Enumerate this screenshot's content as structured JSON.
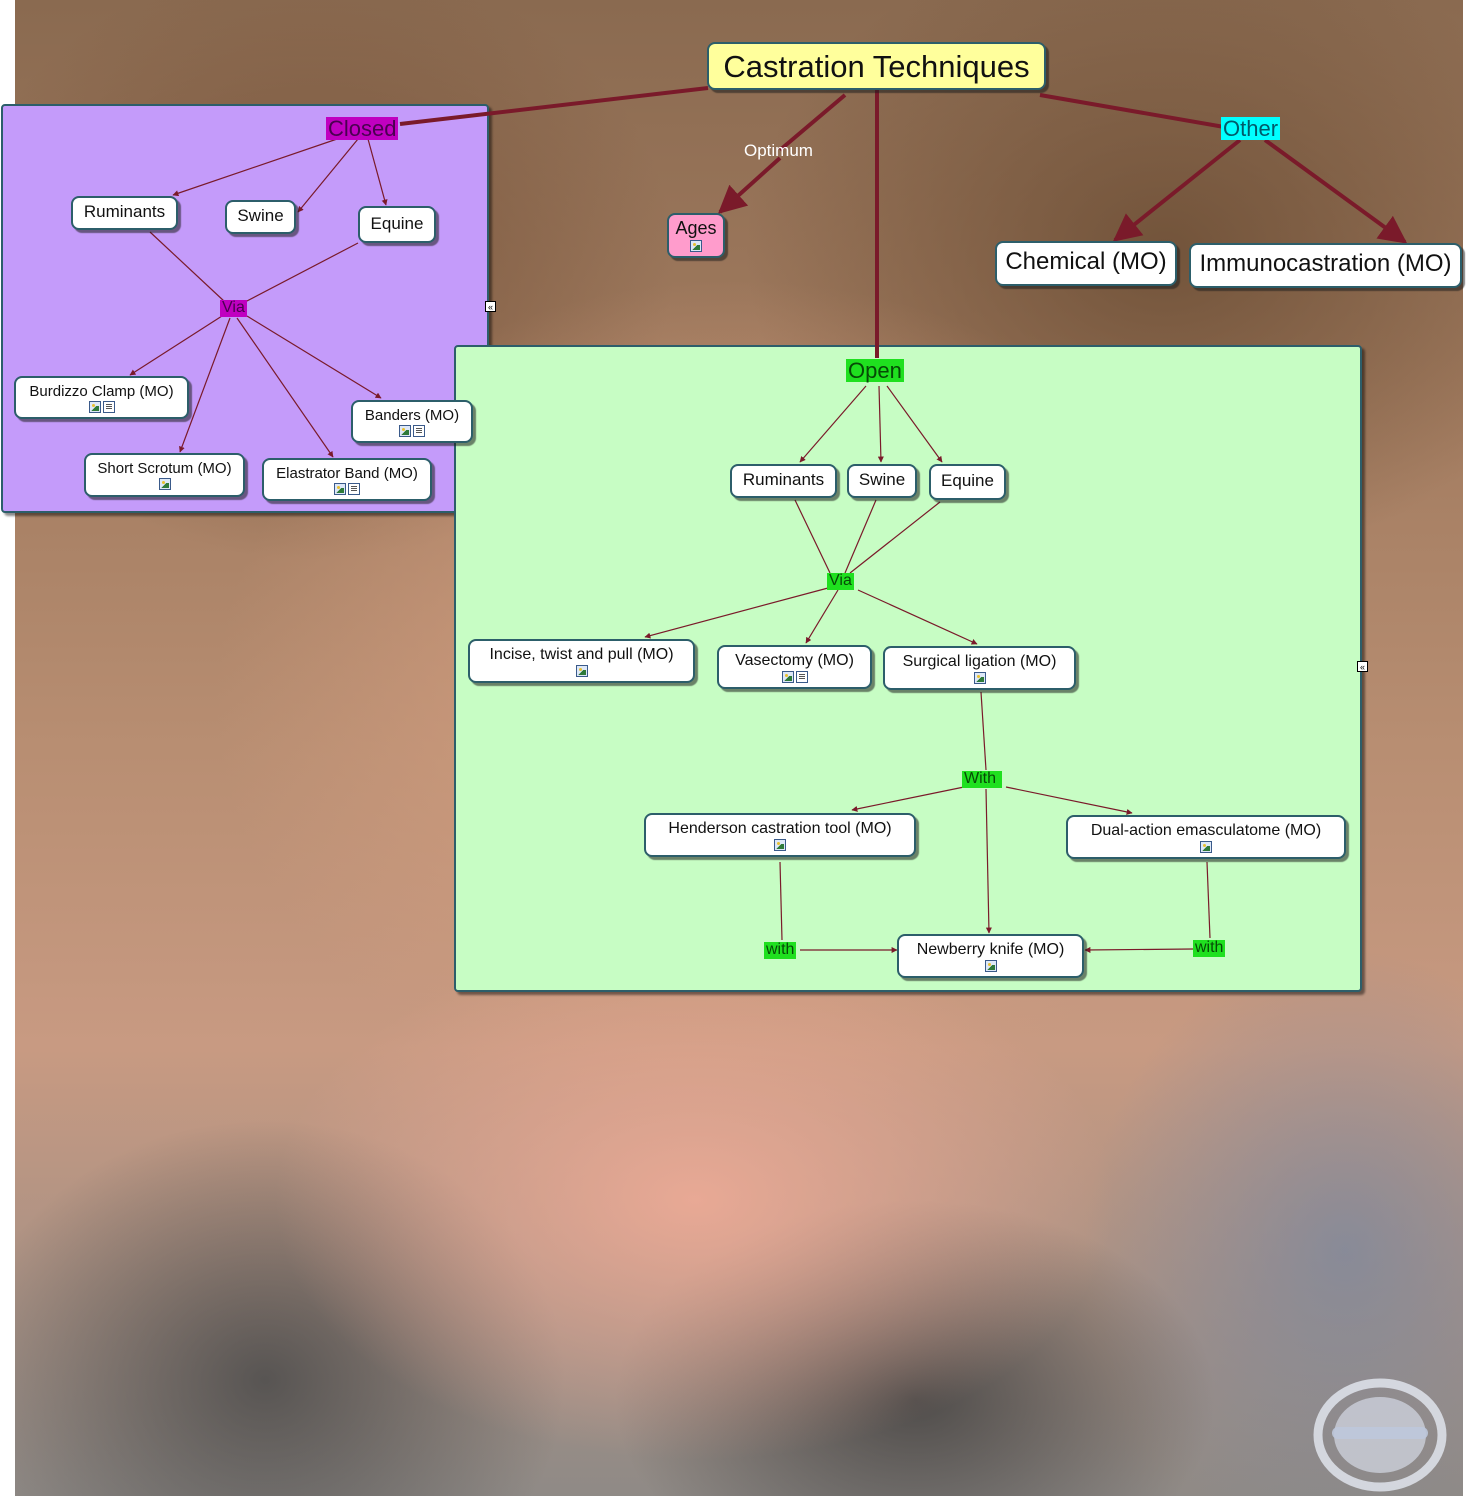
{
  "root": {
    "label": "Castration Techniques"
  },
  "linking_phrases": {
    "closed": "Closed",
    "open": "Open",
    "other": "Other",
    "optimum": "Optimum",
    "closed_via": "Via",
    "open_via": "Via",
    "with_upper": "With",
    "with_left": "with",
    "with_right": "with"
  },
  "top_nodes": {
    "ages": "Ages",
    "chemical": "Chemical (MO)",
    "immunocastration": "Immunocastration (MO)"
  },
  "closed_group": {
    "ruminants": "Ruminants",
    "swine": "Swine",
    "equine": "Equine",
    "burdizzo": "Burdizzo Clamp (MO)",
    "banders": "Banders (MO)",
    "short_scrotum": "Short Scrotum (MO)",
    "elastrator": "Elastrator Band (MO)"
  },
  "open_group": {
    "ruminants": "Ruminants",
    "swine": "Swine",
    "equine": "Equine",
    "incise": "Incise, twist and pull (MO)",
    "vasectomy": "Vasectomy (MO)",
    "surgical": "Surgical ligation (MO)",
    "henderson": "Henderson castration tool (MO)",
    "dual_action": "Dual-action emasculatome (MO)",
    "newberry": "Newberry knife (MO)"
  },
  "colors": {
    "root_fill": "#ffff9c",
    "closed_panel": "#c49bfa",
    "closed_tag": "#c000c0",
    "open_panel": "#c7fdc4",
    "open_tag": "#1fe01f",
    "other_tag": "#00ffff",
    "ages_fill": "#ff9ccc",
    "main_link": "#7a1a2a"
  },
  "icons": [
    "image-resource-icon",
    "document-resource-icon",
    "collapse-icon"
  ]
}
